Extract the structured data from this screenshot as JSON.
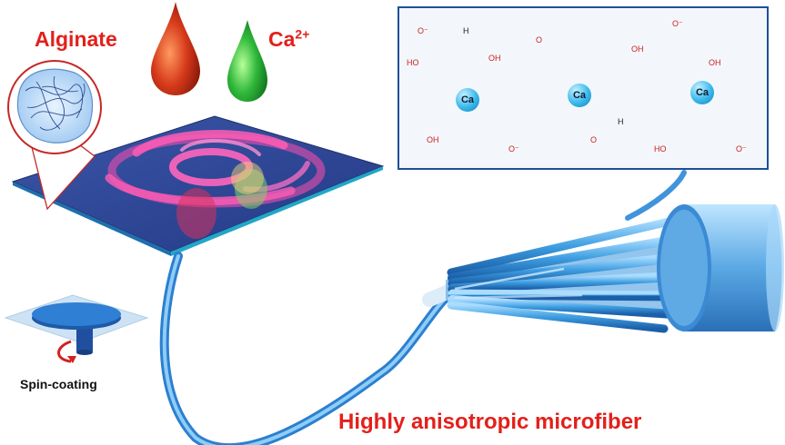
{
  "labels": {
    "alginate": "Alginate",
    "calcium_base": "Ca",
    "calcium_charge": "2+",
    "spin_coating": "Spin-coating",
    "microfiber": "Highly anisotropic microfiber"
  },
  "chemistry": {
    "ion_label": "Ca",
    "atom_labels": [
      "O",
      "OH",
      "HO",
      "H",
      "O⁻"
    ]
  },
  "colors": {
    "label_red": "#e3201b",
    "alginate_drop": "#d63a1a",
    "calcium_drop": "#2fb83b",
    "substrate": "#2a3f8f",
    "fiber_blue": "#5ab4ec",
    "box_border": "#1f4f99"
  }
}
